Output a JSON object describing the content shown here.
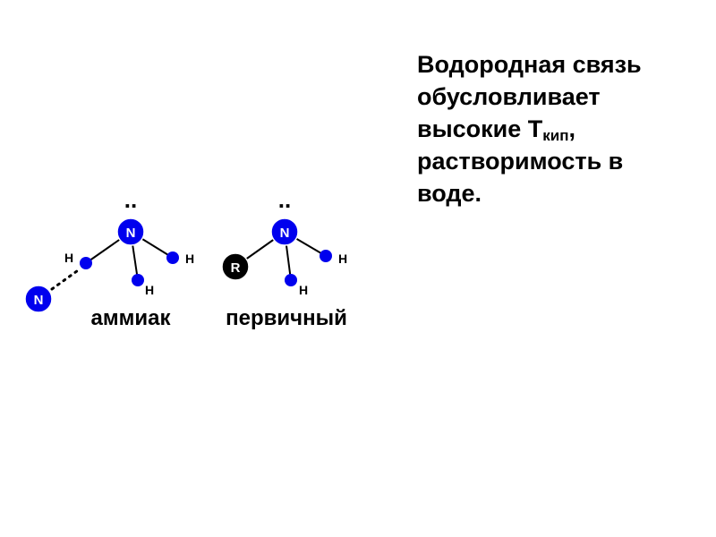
{
  "statement": {
    "line1": "Водородная связь",
    "line2": "обусловливает",
    "line3_main": "высокие Т",
    "line3_sub": "кип",
    "line3_tail": ",",
    "line4": "растворимость в",
    "line5": "воде."
  },
  "atoms": {
    "nitrogen": "N",
    "hydrogen": "H",
    "radical": "R",
    "lone_pair": ".."
  },
  "labels": {
    "ammonia": "аммиак",
    "primary": "первичный"
  },
  "colors": {
    "nitrogen": "#0000ee",
    "hydrogen": "#0000ee",
    "radical": "#000000",
    "atom_outline": "#ffffff",
    "bond": "#000000",
    "text": "#000000"
  }
}
